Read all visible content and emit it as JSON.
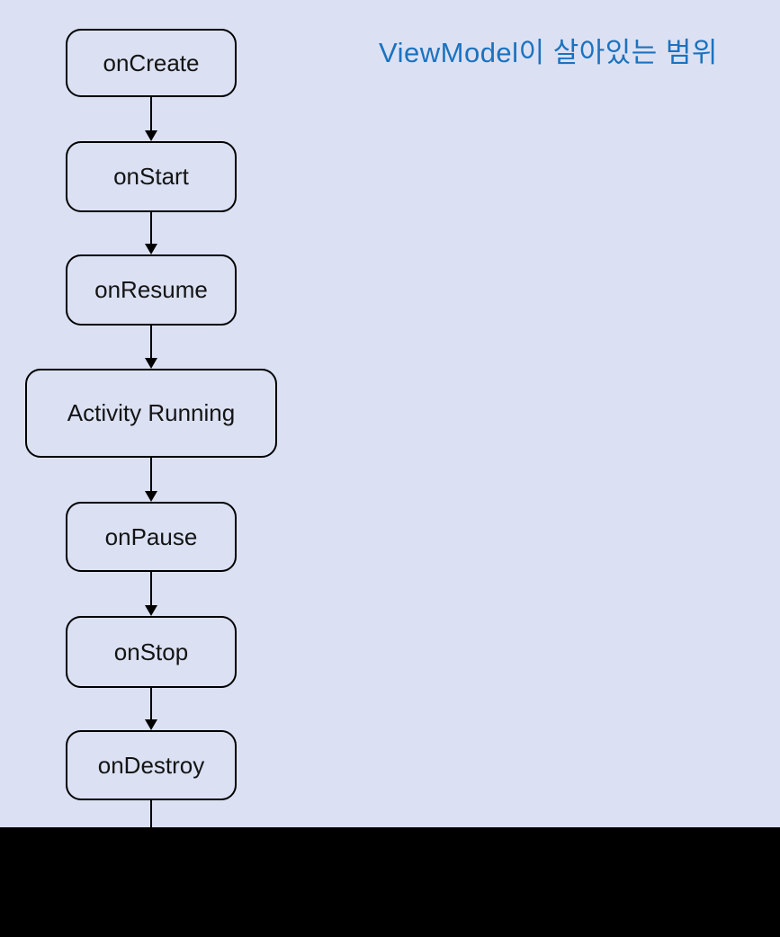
{
  "title": {
    "text": "ViewModel이 살아있는 범위",
    "color": "#1c72bf"
  },
  "diagram": {
    "type": "flowchart",
    "direction": "top-down",
    "nodes": [
      {
        "id": "onCreate",
        "label": "onCreate"
      },
      {
        "id": "onStart",
        "label": "onStart"
      },
      {
        "id": "onResume",
        "label": "onResume"
      },
      {
        "id": "activity_running",
        "label": "Activity Running"
      },
      {
        "id": "onPause",
        "label": "onPause"
      },
      {
        "id": "onStop",
        "label": "onStop"
      },
      {
        "id": "onDestroy",
        "label": "onDestroy"
      }
    ],
    "edges": [
      {
        "from": "onCreate",
        "to": "onStart"
      },
      {
        "from": "onStart",
        "to": "onResume"
      },
      {
        "from": "onResume",
        "to": "activity_running"
      },
      {
        "from": "activity_running",
        "to": "onPause"
      },
      {
        "from": "onPause",
        "to": "onStop"
      },
      {
        "from": "onStop",
        "to": "onDestroy"
      },
      {
        "from": "onDestroy",
        "to": "cut-off-below"
      }
    ],
    "colors": {
      "background": "#dbe1f3",
      "node_fill": "#dbe1f3",
      "node_border": "#000000",
      "node_text": "#141414",
      "arrow": "#000000",
      "bottom_bar": "#000000"
    }
  }
}
